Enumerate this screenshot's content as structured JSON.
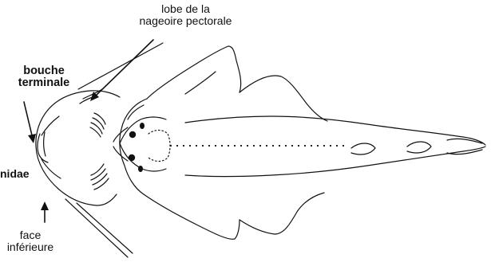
{
  "labels": {
    "pectoral_lobe": [
      "lobe de la",
      "nageoire pectorale"
    ],
    "mouth": [
      "bouche",
      "terminale"
    ],
    "family_partial": "nidae",
    "ventral_face": [
      "face",
      "inférieure"
    ]
  },
  "colors": {
    "ink": "#111111",
    "background": "#ffffff"
  }
}
